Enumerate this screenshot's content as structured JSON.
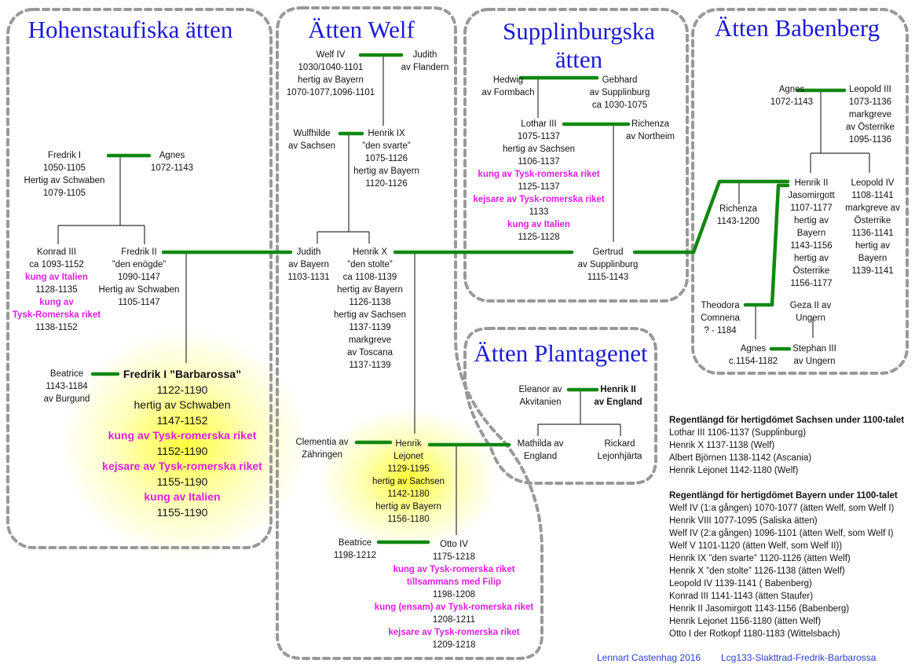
{
  "titles": {
    "hohenstaufen": "Hohenstaufiska ätten",
    "welf": "Ätten Welf",
    "supplinburg_1": "Supplinburgska",
    "supplinburg_2": "ätten",
    "babenberg": "Ätten Babenberg",
    "plantagenet": "Ätten Plantagenet"
  },
  "colors": {
    "title": "#1a1ad8",
    "marriage_line": "#118811",
    "highlight_text": "#e01ee0",
    "frame": "#999999",
    "glow": "#ffff40"
  },
  "people": [
    {
      "id": "fredrik1",
      "lines": [
        {
          "text": "Fredrik I"
        },
        {
          "text": "1050-1105"
        },
        {
          "text": "Hertig av Schwaben"
        },
        {
          "text": "1079-1105"
        }
      ]
    },
    {
      "id": "agnes_h",
      "lines": [
        {
          "text": "Agnes"
        },
        {
          "text": "1072-1143"
        }
      ]
    },
    {
      "id": "konrad3",
      "lines": [
        {
          "text": "Konrad III"
        },
        {
          "text": "ca 1093-1152"
        },
        {
          "text": "kung av Italien",
          "style": "m"
        },
        {
          "text": "1128-1135"
        },
        {
          "text": "kung av",
          "style": "m"
        },
        {
          "text": "Tysk-Romerska riket",
          "style": "m"
        },
        {
          "text": "1138-1152"
        }
      ]
    },
    {
      "id": "fredrik2",
      "lines": [
        {
          "text": "Fredrik II"
        },
        {
          "text": "”den enögde”"
        },
        {
          "text": "1090-1147"
        },
        {
          "text": "Hertig av Schwaben"
        },
        {
          "text": "1105-1147"
        }
      ]
    },
    {
      "id": "beatrice1",
      "lines": [
        {
          "text": "Beatrice"
        },
        {
          "text": "1143-1184"
        },
        {
          "text": "av Burgund"
        }
      ]
    },
    {
      "id": "barbarossa",
      "big": true,
      "lines": [
        {
          "text": "Fredrik I ”Barbarossa”",
          "style": "b"
        },
        {
          "text": "1122-1190"
        },
        {
          "text": "hertig av Schwaben"
        },
        {
          "text": "1147-1152"
        },
        {
          "text": "kung av Tysk-romerska riket",
          "style": "m"
        },
        {
          "text": "1152-1190"
        },
        {
          "text": "kejsare av Tysk-romerska riket",
          "style": "m"
        },
        {
          "text": "1155-1190"
        },
        {
          "text": "kung av Italien",
          "style": "m"
        },
        {
          "text": "1155-1190"
        }
      ]
    },
    {
      "id": "welf4",
      "lines": [
        {
          "text": "Welf IV"
        },
        {
          "text": "1030/1040-1101"
        },
        {
          "text": "hertig av Bayern"
        },
        {
          "text": "1070-1077,1096-1101"
        }
      ]
    },
    {
      "id": "judith_f",
      "lines": [
        {
          "text": "Judith"
        },
        {
          "text": "av Flandern"
        }
      ]
    },
    {
      "id": "wulfhilde",
      "lines": [
        {
          "text": "Wulfhilde"
        },
        {
          "text": "av Sachsen"
        }
      ]
    },
    {
      "id": "henrik9",
      "lines": [
        {
          "text": "Henrik IX"
        },
        {
          "text": "”den svarte”"
        },
        {
          "text": "1075-1126"
        },
        {
          "text": "hertig av Bayern"
        },
        {
          "text": "1120-1126"
        }
      ]
    },
    {
      "id": "judith_b",
      "lines": [
        {
          "text": "Judith"
        },
        {
          "text": "av Bayern"
        },
        {
          "text": "1103-1131"
        }
      ]
    },
    {
      "id": "henrik10",
      "lines": [
        {
          "text": "Henrik X"
        },
        {
          "text": "”den stolte”"
        },
        {
          "text": "ca 1108-1139"
        },
        {
          "text": "hertig av Bayern"
        },
        {
          "text": "1126-1138"
        },
        {
          "text": "hertig av Sachsen"
        },
        {
          "text": "1137-1139"
        },
        {
          "text": "markgreve"
        },
        {
          "text": "av Toscana"
        },
        {
          "text": "1137-1139"
        }
      ]
    },
    {
      "id": "clementia",
      "lines": [
        {
          "text": "Clementia av"
        },
        {
          "text": "Zähringen"
        }
      ]
    },
    {
      "id": "lejonet",
      "lines": [
        {
          "text": "Henrik"
        },
        {
          "text": "Lejonet"
        },
        {
          "text": "1129-1195"
        },
        {
          "text": "hertig av Sachsen"
        },
        {
          "text": "1142-1180"
        },
        {
          "text": "hertig av Bayern"
        },
        {
          "text": "1156-1180"
        }
      ]
    },
    {
      "id": "beatrice2",
      "lines": [
        {
          "text": "Beatrice"
        },
        {
          "text": "1198-1212"
        }
      ]
    },
    {
      "id": "otto4",
      "lines": [
        {
          "text": "Otto IV"
        },
        {
          "text": "1175-1218"
        },
        {
          "text": "kung av Tysk-romerska riket",
          "style": "m"
        },
        {
          "text": "tillsammans med Filip",
          "style": "m"
        },
        {
          "text": "1198-1208"
        },
        {
          "text": "kung (ensam) av  Tysk-romerska riket",
          "style": "m"
        },
        {
          "text": "1208-1211"
        },
        {
          "text": "kejsare av Tysk-romerska riket",
          "style": "m"
        },
        {
          "text": "1209-1218"
        }
      ]
    },
    {
      "id": "hedwig",
      "lines": [
        {
          "text": "Hedwig"
        },
        {
          "text": "av Formbach"
        }
      ]
    },
    {
      "id": "gebhard",
      "lines": [
        {
          "text": "Gebhard"
        },
        {
          "text": "av Supplinburg"
        },
        {
          "text": "ca 1030-1075"
        }
      ]
    },
    {
      "id": "lothar3",
      "lines": [
        {
          "text": "Lothar III"
        },
        {
          "text": "1075-1137"
        },
        {
          "text": "hertig av Sachsen"
        },
        {
          "text": "1106-1137"
        },
        {
          "text": "kung av Tysk-romerska riket",
          "style": "m"
        },
        {
          "text": "1125-1137"
        },
        {
          "text": "kejsare av Tysk-romerska riket",
          "style": "m"
        },
        {
          "text": "1133"
        },
        {
          "text": "kung av Italien",
          "style": "m"
        },
        {
          "text": "1125-1128"
        }
      ]
    },
    {
      "id": "richenza_n",
      "lines": [
        {
          "text": "Richenza"
        },
        {
          "text": "av Northeim"
        }
      ]
    },
    {
      "id": "gertrud",
      "lines": [
        {
          "text": "Gertrud"
        },
        {
          "text": "av Supplinburg"
        },
        {
          "text": "1115-1143"
        }
      ]
    },
    {
      "id": "eleanor",
      "lines": [
        {
          "text": "Eleanor av"
        },
        {
          "text": "Akvitanien"
        }
      ]
    },
    {
      "id": "henrik2e",
      "lines": [
        {
          "text": "Henrik II",
          "style": "b"
        },
        {
          "text": "av England",
          "style": "b"
        }
      ]
    },
    {
      "id": "mathilda",
      "lines": [
        {
          "text": "Mathilda av"
        },
        {
          "text": "England"
        }
      ]
    },
    {
      "id": "rickard",
      "lines": [
        {
          "text": "Rickard"
        },
        {
          "text": "Lejonhjärta"
        }
      ]
    },
    {
      "id": "agnes_b",
      "lines": [
        {
          "text": "Agnes"
        },
        {
          "text": "1072-1143"
        }
      ]
    },
    {
      "id": "leopold3",
      "lines": [
        {
          "text": "Leopold III"
        },
        {
          "text": "1073-1136"
        },
        {
          "text": "markgreve"
        },
        {
          "text": "av Österrike"
        },
        {
          "text": "1095-1136"
        }
      ]
    },
    {
      "id": "richenza_b",
      "lines": [
        {
          "text": "Richenza"
        },
        {
          "text": "1143-1200"
        }
      ]
    },
    {
      "id": "henrik2j",
      "lines": [
        {
          "text": "Henrik II"
        },
        {
          "text": "Jasomirgott"
        },
        {
          "text": "1107-1177"
        },
        {
          "text": "hertig av"
        },
        {
          "text": "Bayern"
        },
        {
          "text": "1143-1156"
        },
        {
          "text": "hertig av"
        },
        {
          "text": "Österrike"
        },
        {
          "text": "1156-1177"
        }
      ]
    },
    {
      "id": "leopold4",
      "lines": [
        {
          "text": "Leopold IV"
        },
        {
          "text": "1108-1141"
        },
        {
          "text": "markgreve av"
        },
        {
          "text": "Österrike"
        },
        {
          "text": "1136-1141"
        },
        {
          "text": "hertig av"
        },
        {
          "text": "Bayern"
        },
        {
          "text": "1139-1141"
        }
      ]
    },
    {
      "id": "theodora",
      "lines": [
        {
          "text": "Theodora"
        },
        {
          "text": "Comnena"
        },
        {
          "text": "? - 1184"
        }
      ]
    },
    {
      "id": "geza",
      "lines": [
        {
          "text": "Geza II av"
        },
        {
          "text": "Ungern"
        }
      ]
    },
    {
      "id": "agnes_c",
      "lines": [
        {
          "text": "Agnes"
        },
        {
          "text": "c.1154-1182"
        }
      ]
    },
    {
      "id": "stephan3",
      "lines": [
        {
          "text": "Stephan III"
        },
        {
          "text": "av Ungern"
        }
      ]
    }
  ],
  "reign_lists": [
    {
      "heading": "Regentlängd för hertigdömet Sachsen under 1100-talet",
      "entries": [
        "Lothar III 1106-1137  (Supplinburg)",
        "Henrik X 1137-1138  (Welf)",
        "Albert Björnen 1138-1142  (Ascania)",
        "Henrik Lejonet 1142-1180  (Welf)"
      ]
    },
    {
      "heading": "Regentlängd för hertigdömet Bayern under 1100-talet",
      "entries": [
        "Welf IV (1:a gången) 1070-1077  (ätten Welf, som Welf I)",
        "Henrik VIII 1077-1095  (Saliska ätten)",
        "Welf IV (2:a gången) 1096-1101 (ätten Welf, som Welf I)",
        "Welf V  1101-1120  (ätten Welf, som Welf II))",
        "Henrik IX ”den svarte” 1120-1126  (ätten Welf)",
        "Henrik X  ”den stolte”  1126-1138 (ätten Welf)",
        "Leopold IV   1139-1141 ( Babenberg)",
        "Konrad III  1141-1143  (ätten Staufer)",
        "Henrik II Jasomirgott 1143-1156  (Babenberg)",
        "Henrik Lejonet 1156-1180  (ätten Welf)",
        "Otto I der Rotkopf  1180-1183  (Wittelsbach)"
      ]
    }
  ],
  "footer": {
    "author": "Lennart Castenhag 2016",
    "code": "Lcg133-Slakttrad-Fredrik-Barbarossa"
  }
}
